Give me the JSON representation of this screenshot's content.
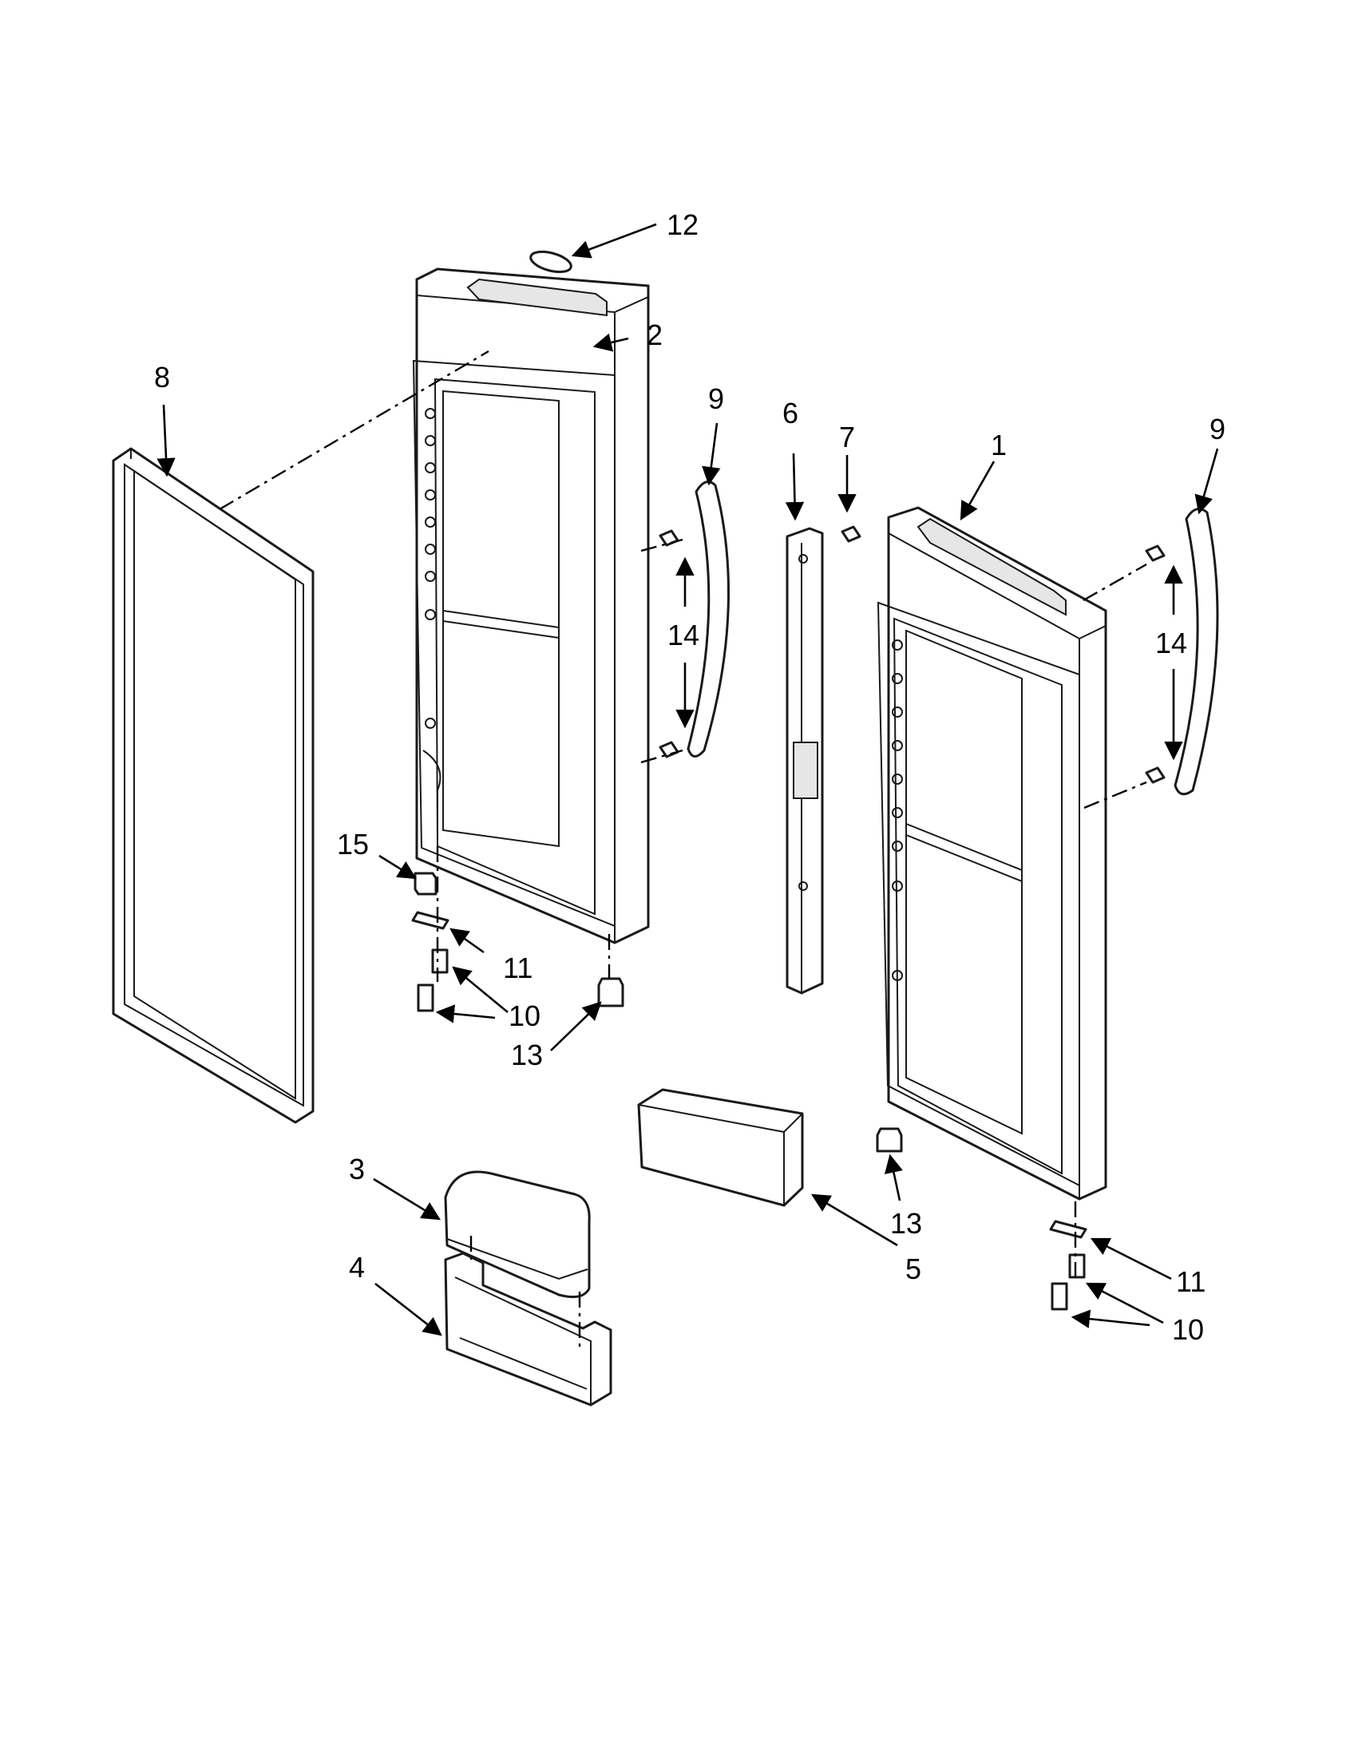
{
  "diagram": {
    "type": "exploded-parts",
    "callouts": [
      "1",
      "2",
      "3",
      "4",
      "5",
      "6",
      "7",
      "8",
      "9",
      "9",
      "10",
      "10",
      "11",
      "11",
      "12",
      "13",
      "13",
      "14",
      "14",
      "15"
    ]
  }
}
